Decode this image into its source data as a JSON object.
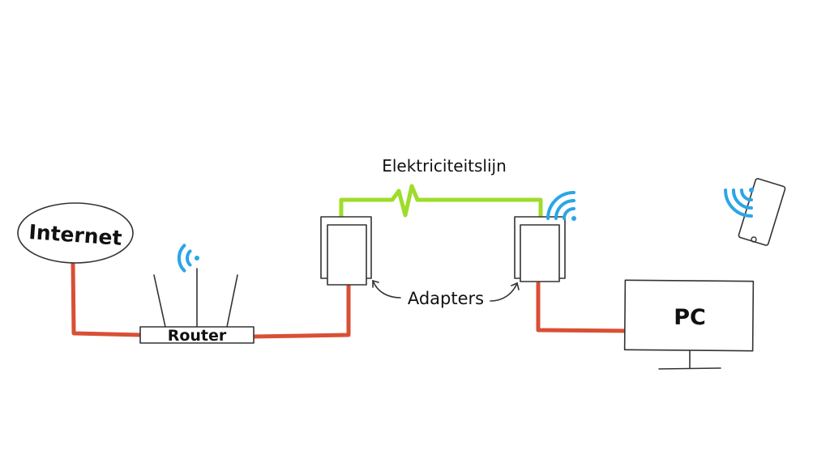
{
  "labels": {
    "internet": "Internet",
    "router": "Router",
    "power_line": "Elektriciteitslijn",
    "adapters": "Adapters",
    "pc": "PC"
  },
  "colors": {
    "ethernet_cable": "#d94f35",
    "power_line": "#9fdc2b",
    "wifi": "#2aa6e6",
    "outline": "#333333"
  }
}
